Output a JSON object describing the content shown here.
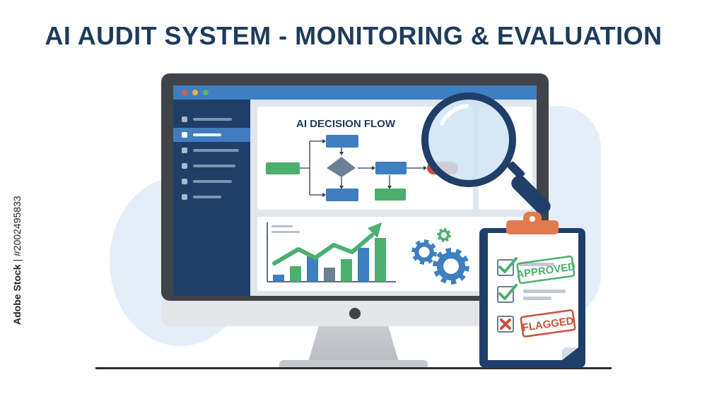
{
  "header": {
    "title": "AI AUDIT SYSTEM - MONITORING & EVALUATION"
  },
  "screen": {
    "window_dots": [
      "#e8594a",
      "#f2b33d",
      "#5cb85c"
    ],
    "sidebar_items": 6,
    "active_item": 1
  },
  "flow": {
    "title": "AI DECISION FLOW"
  },
  "chart": {
    "bar_colors": [
      "#3d7fc1",
      "#4caf6e",
      "#3d7fc1",
      "#6b7f95",
      "#4caf6e",
      "#3d7fc1",
      "#4caf6e"
    ]
  },
  "clipboard": {
    "stamps": {
      "approved": "APPROVED",
      "flagged": "FLAGGED"
    }
  },
  "watermark": {
    "brand": "Adobe Stock",
    "number": "#2002495833"
  },
  "colors": {
    "navy": "#1f3b5c",
    "accent_blue": "#3d7fc1",
    "green": "#4caf6e",
    "orange": "#e07b4f",
    "red": "#c9503c"
  }
}
